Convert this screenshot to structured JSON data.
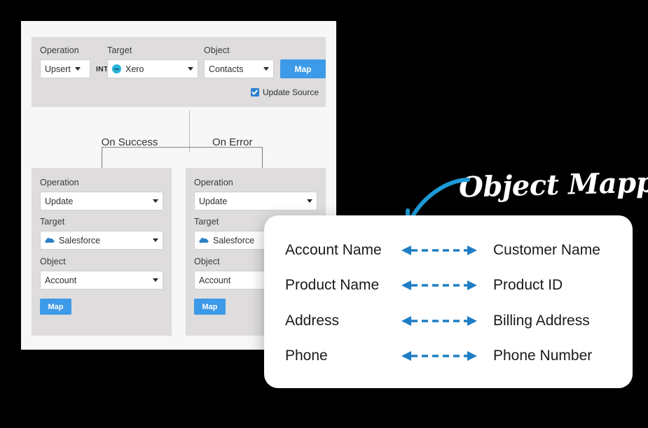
{
  "workflow": {
    "header": {
      "labels": {
        "operation": "Operation",
        "target": "Target",
        "object": "Object"
      },
      "operation_value": "Upsert",
      "into_text": "INTO",
      "target_value": "Xero",
      "target_icon": "xero-icon",
      "object_value": "Contacts",
      "map_button": "Map",
      "update_source_label": "Update Source",
      "update_source_checked": true
    },
    "branches": {
      "success_label": "On Success",
      "error_label": "On Error"
    },
    "cards": [
      {
        "labels": {
          "operation": "Operation",
          "target": "Target",
          "object": "Object"
        },
        "operation_value": "Update",
        "target_value": "Salesforce",
        "target_icon": "salesforce-cloud-icon",
        "object_value": "Account",
        "map_button": "Map"
      },
      {
        "labels": {
          "operation": "Operation",
          "target": "Target",
          "object": "Object"
        },
        "operation_value": "Update",
        "target_value": "Salesforce",
        "target_icon": "salesforce-cloud-icon",
        "object_value": "Account",
        "map_button": "Map"
      }
    ]
  },
  "annotation": {
    "text": "Object Mapping",
    "arrow_icon": "curved-arrow-icon"
  },
  "mapping_panel": {
    "rows": [
      {
        "source": "Account Name",
        "target": "Customer Name",
        "arrow_icon": "dashed-double-arrow-icon"
      },
      {
        "source": "Product Name",
        "target": "Product ID",
        "arrow_icon": "dashed-double-arrow-icon"
      },
      {
        "source": "Address",
        "target": "Billing Address",
        "arrow_icon": "dashed-double-arrow-icon"
      },
      {
        "source": "Phone",
        "target": "Phone Number",
        "arrow_icon": "dashed-double-arrow-icon"
      }
    ]
  },
  "colors": {
    "accent_blue": "#3d9ae8",
    "arrow_blue": "#1f7ec4",
    "panel_grey": "#dedcdc",
    "page_background": "#000000"
  }
}
